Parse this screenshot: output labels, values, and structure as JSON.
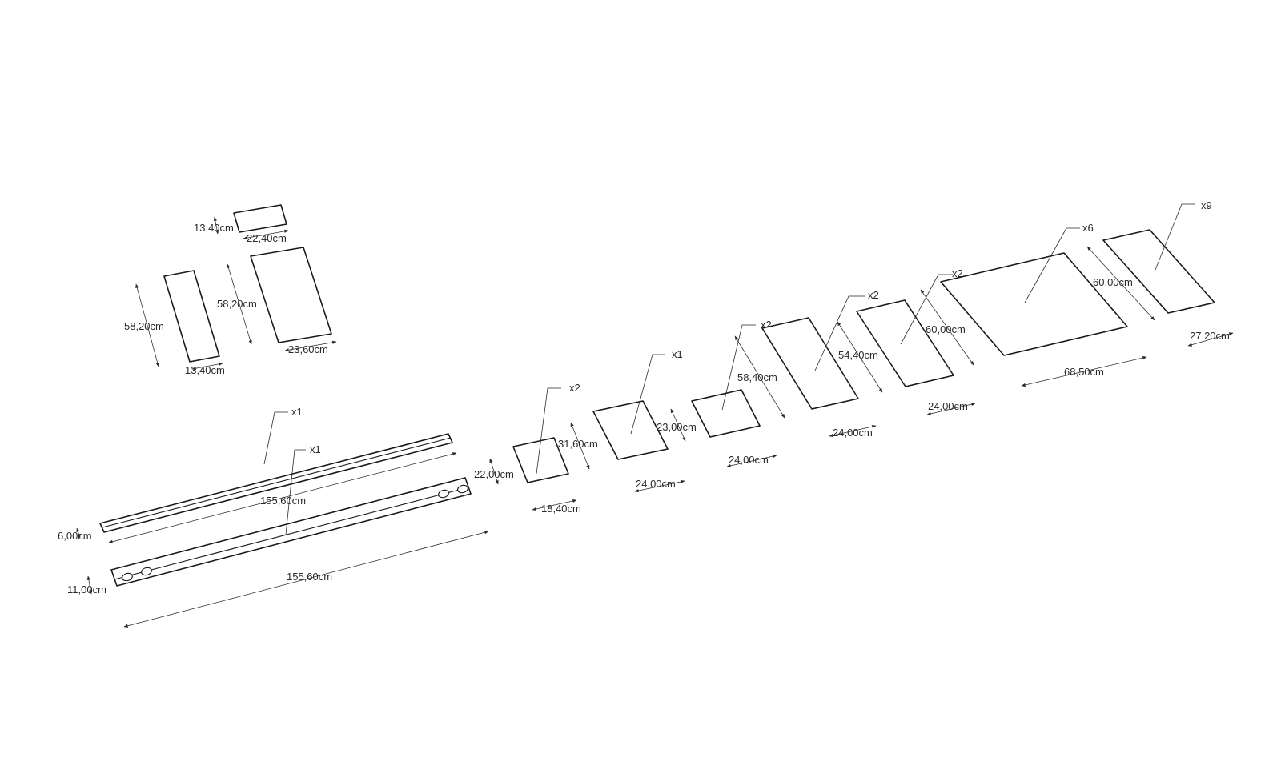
{
  "parts": [
    {
      "id": "p1",
      "dims": [
        "13,40cm",
        "22,40cm"
      ],
      "qty": ""
    },
    {
      "id": "p2",
      "dims": [
        "58,20cm",
        "13,40cm"
      ],
      "qty": ""
    },
    {
      "id": "p3",
      "dims": [
        "58,20cm",
        "23,60cm"
      ],
      "qty": ""
    },
    {
      "id": "p4",
      "dims": [
        "6,00cm",
        "155,60cm"
      ],
      "qty": "x1"
    },
    {
      "id": "p5",
      "dims": [
        "11,00cm",
        "155,60cm"
      ],
      "qty": "x1"
    },
    {
      "id": "p6",
      "dims": [
        "22,00cm",
        "18,40cm"
      ],
      "qty": "x2"
    },
    {
      "id": "p7",
      "dims": [
        "31,60cm",
        "24,00cm"
      ],
      "qty": "x1"
    },
    {
      "id": "p8",
      "dims": [
        "23,00cm",
        "24,00cm"
      ],
      "qty": "x2"
    },
    {
      "id": "p9",
      "dims": [
        "58,40cm",
        "24,00cm"
      ],
      "qty": "x2"
    },
    {
      "id": "p10",
      "dims": [
        "54,40cm",
        "24,00cm"
      ],
      "qty": "x2"
    },
    {
      "id": "p11",
      "dims": [
        "60,00cm",
        "68,50cm"
      ],
      "qty": "x6"
    },
    {
      "id": "p12",
      "dims": [
        "60,00cm",
        "27,20cm"
      ],
      "qty": "x9"
    }
  ]
}
